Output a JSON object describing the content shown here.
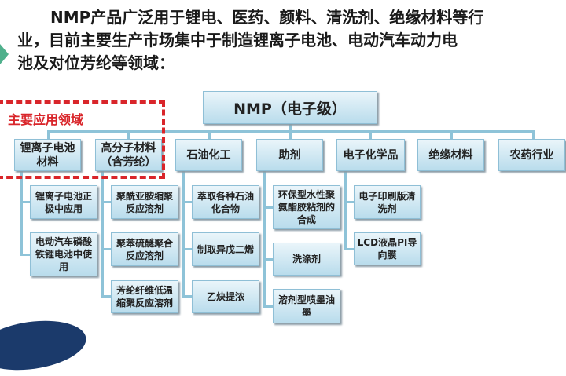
{
  "intro": {
    "line1": "NMP产品广泛用于锂电、医药、颜料、清洗剂、绝缘材料等行",
    "line2": "业，目前主要生产市场集中于制造锂离子电池、电动汽车动力电",
    "line3": "池及对位芳纶等领域："
  },
  "highlight_label": "主要应用领域",
  "root": "NMP（电子级）",
  "categories": [
    {
      "label": "锂离子电池材料",
      "children": [
        "锂离子电池正极中应用",
        "电动汽车磷酸铁锂电池中使用"
      ]
    },
    {
      "label": "高分子材料（含芳纶）",
      "children": [
        "聚酰亚胺缩聚反应溶剂",
        "聚苯硫醚聚合反应溶剂",
        "芳纶纤维低温缩聚反应溶剂"
      ]
    },
    {
      "label": "石油化工",
      "children": [
        "萃取各种石油化合物",
        "制取异戊二烯",
        "乙炔提浓"
      ]
    },
    {
      "label": "助剂",
      "children": [
        "环保型水性聚氨酯胶粘剂的合成",
        "洗涤剂",
        "溶剂型喷墨油墨"
      ]
    },
    {
      "label": "电子化学品",
      "children": [
        "电子印刷版清洗剂",
        "LCD液晶PI导向膜"
      ]
    },
    {
      "label": "绝缘材料",
      "children": []
    },
    {
      "label": "农药行业",
      "children": []
    }
  ],
  "colors": {
    "highlight": "#d9252a",
    "box": "#b9dcec",
    "connector": "#8ec3d8"
  }
}
